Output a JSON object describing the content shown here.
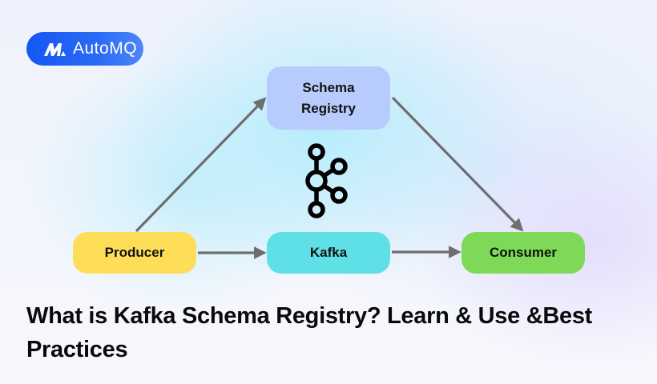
{
  "logo": {
    "text": "AutoMQ",
    "icon": "automq-logo-mark",
    "color": "#1457f2"
  },
  "diagram": {
    "nodes": [
      {
        "id": "schema-registry",
        "label": "Schema Registry",
        "color": "#b8cbfd"
      },
      {
        "id": "producer",
        "label": "Producer",
        "color": "#fedd58"
      },
      {
        "id": "kafka",
        "label": "Kafka",
        "color": "#5fe0e6"
      },
      {
        "id": "consumer",
        "label": "Consumer",
        "color": "#7dd957"
      }
    ],
    "edges": [
      {
        "from": "producer",
        "to": "schema-registry"
      },
      {
        "from": "schema-registry",
        "to": "consumer"
      },
      {
        "from": "producer",
        "to": "kafka"
      },
      {
        "from": "kafka",
        "to": "consumer"
      }
    ],
    "arrow_color": "#6e6e6e",
    "center_icon": "kafka-logo-icon"
  },
  "title": "What is Kafka Schema Registry? Learn & Use &Best Practices"
}
